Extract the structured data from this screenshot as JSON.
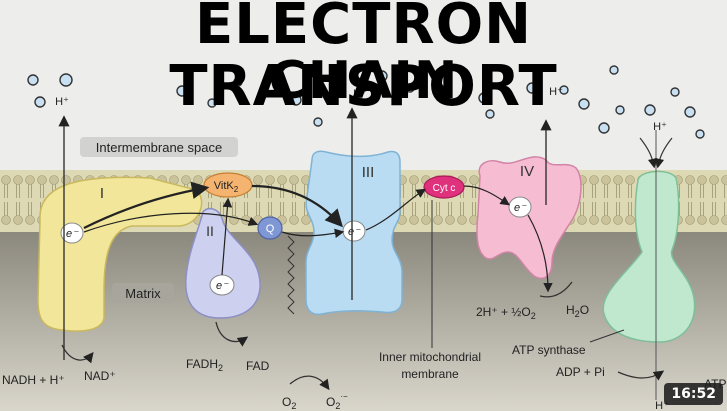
{
  "title": {
    "line1": "ELECTRON TRANSPORT",
    "line2": "CHAIN"
  },
  "regions": {
    "intermembrane": "Intermembrane space",
    "matrix": "Matrix",
    "inner_membrane_line1": "Inner mitochondrial",
    "inner_membrane_line2": "membrane"
  },
  "complexes": {
    "c1": "I",
    "c2": "II",
    "c3": "III",
    "c4": "IV",
    "atp_synthase": "ATP synthase"
  },
  "carriers": {
    "vitk2_main": "VitK",
    "vitk2_sub": "2",
    "q": "Q",
    "cytc": "Cyt c",
    "electron": "e⁻"
  },
  "substrates": {
    "nadh": "NADH + H⁺",
    "nad": "NAD⁺",
    "fadh2_main": "FADH",
    "fadh2_sub": "2",
    "fad": "FAD",
    "o2a_main": "O",
    "o2a_sub": "2",
    "o2b_main": "O",
    "o2b_sub": "2",
    "o2b_sup": "·−",
    "h2o_main": "H",
    "h2o_sub": "2",
    "h2o_end": "O",
    "water_eq_a": "2H⁺ + ½O",
    "water_eq_sub": "2",
    "adp": "ADP + Pi",
    "atp": "ATP"
  },
  "protons": {
    "h_plus": "H⁺"
  },
  "badge": {
    "duration": "16:52"
  },
  "colors": {
    "membrane": "#ddd9b4",
    "matrix_band": "#8b887d",
    "complex_I": "#f2e69a",
    "complex_II": "#cdd0ee",
    "complex_III": "#b9dcf2",
    "complex_IV": "#f5bcd2",
    "atp_synthase": "#bfe8cf",
    "vitk2": "#f4b470",
    "q": "#7f97d4",
    "cytc": "#e0327c",
    "proton": "#c9e0f2"
  }
}
